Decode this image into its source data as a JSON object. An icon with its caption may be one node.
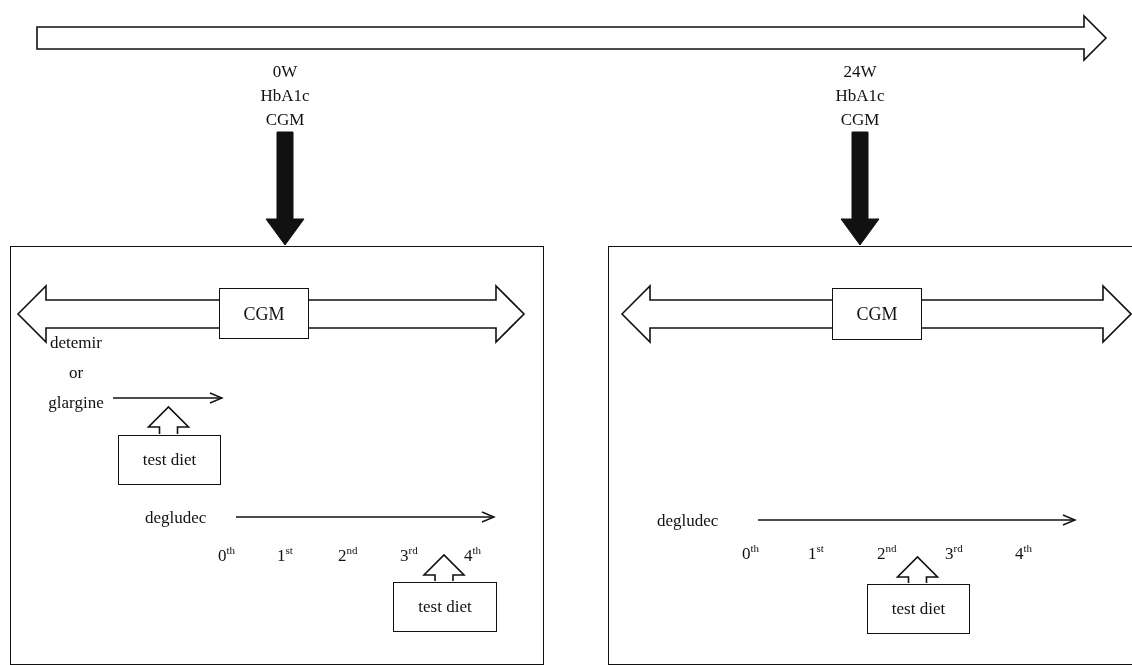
{
  "diagram": {
    "nodes": [
      {
        "text": [
          "0W",
          "HbA1c",
          "CGM"
        ]
      },
      {
        "text": [],
        "shape": "box"
      },
      {
        "text": [
          "CGM"
        ],
        "in": 1
      },
      {
        "text": [
          "test diet"
        ],
        "in": 1
      },
      {
        "text": [
          "test diet"
        ],
        "in": 1
      },
      {
        "text": [
          "24W",
          "HbA1c",
          "CGM"
        ]
      },
      {
        "text": [],
        "shape": "box"
      },
      {
        "text": [
          "CGM"
        ],
        "in": 6
      },
      {
        "text": [
          "test diet"
        ],
        "in": 6
      }
    ],
    "edges": [
      {
        "from": 0,
        "to": 1,
        "arrow": "to"
      },
      {
        "from": 5,
        "to": 6,
        "arrow": "to"
      },
      {
        "from": 3,
        "to": null,
        "arrow": "to"
      },
      {
        "from": 4,
        "to": null,
        "arrow": "to"
      },
      {
        "from": 8,
        "to": null,
        "arrow": "to"
      }
    ],
    "labels": [
      "detemir or glargine",
      "degludec",
      "0$^{th}$",
      "1$^{st}$",
      "2$^{nd}$",
      "3$^{rd}$",
      "4$^{th}$",
      "degludec",
      "0$^{th}$",
      "1$^{st}$",
      "2$^{nd}$",
      "3$^{rd}$",
      "4$^{th}$"
    ]
  }
}
